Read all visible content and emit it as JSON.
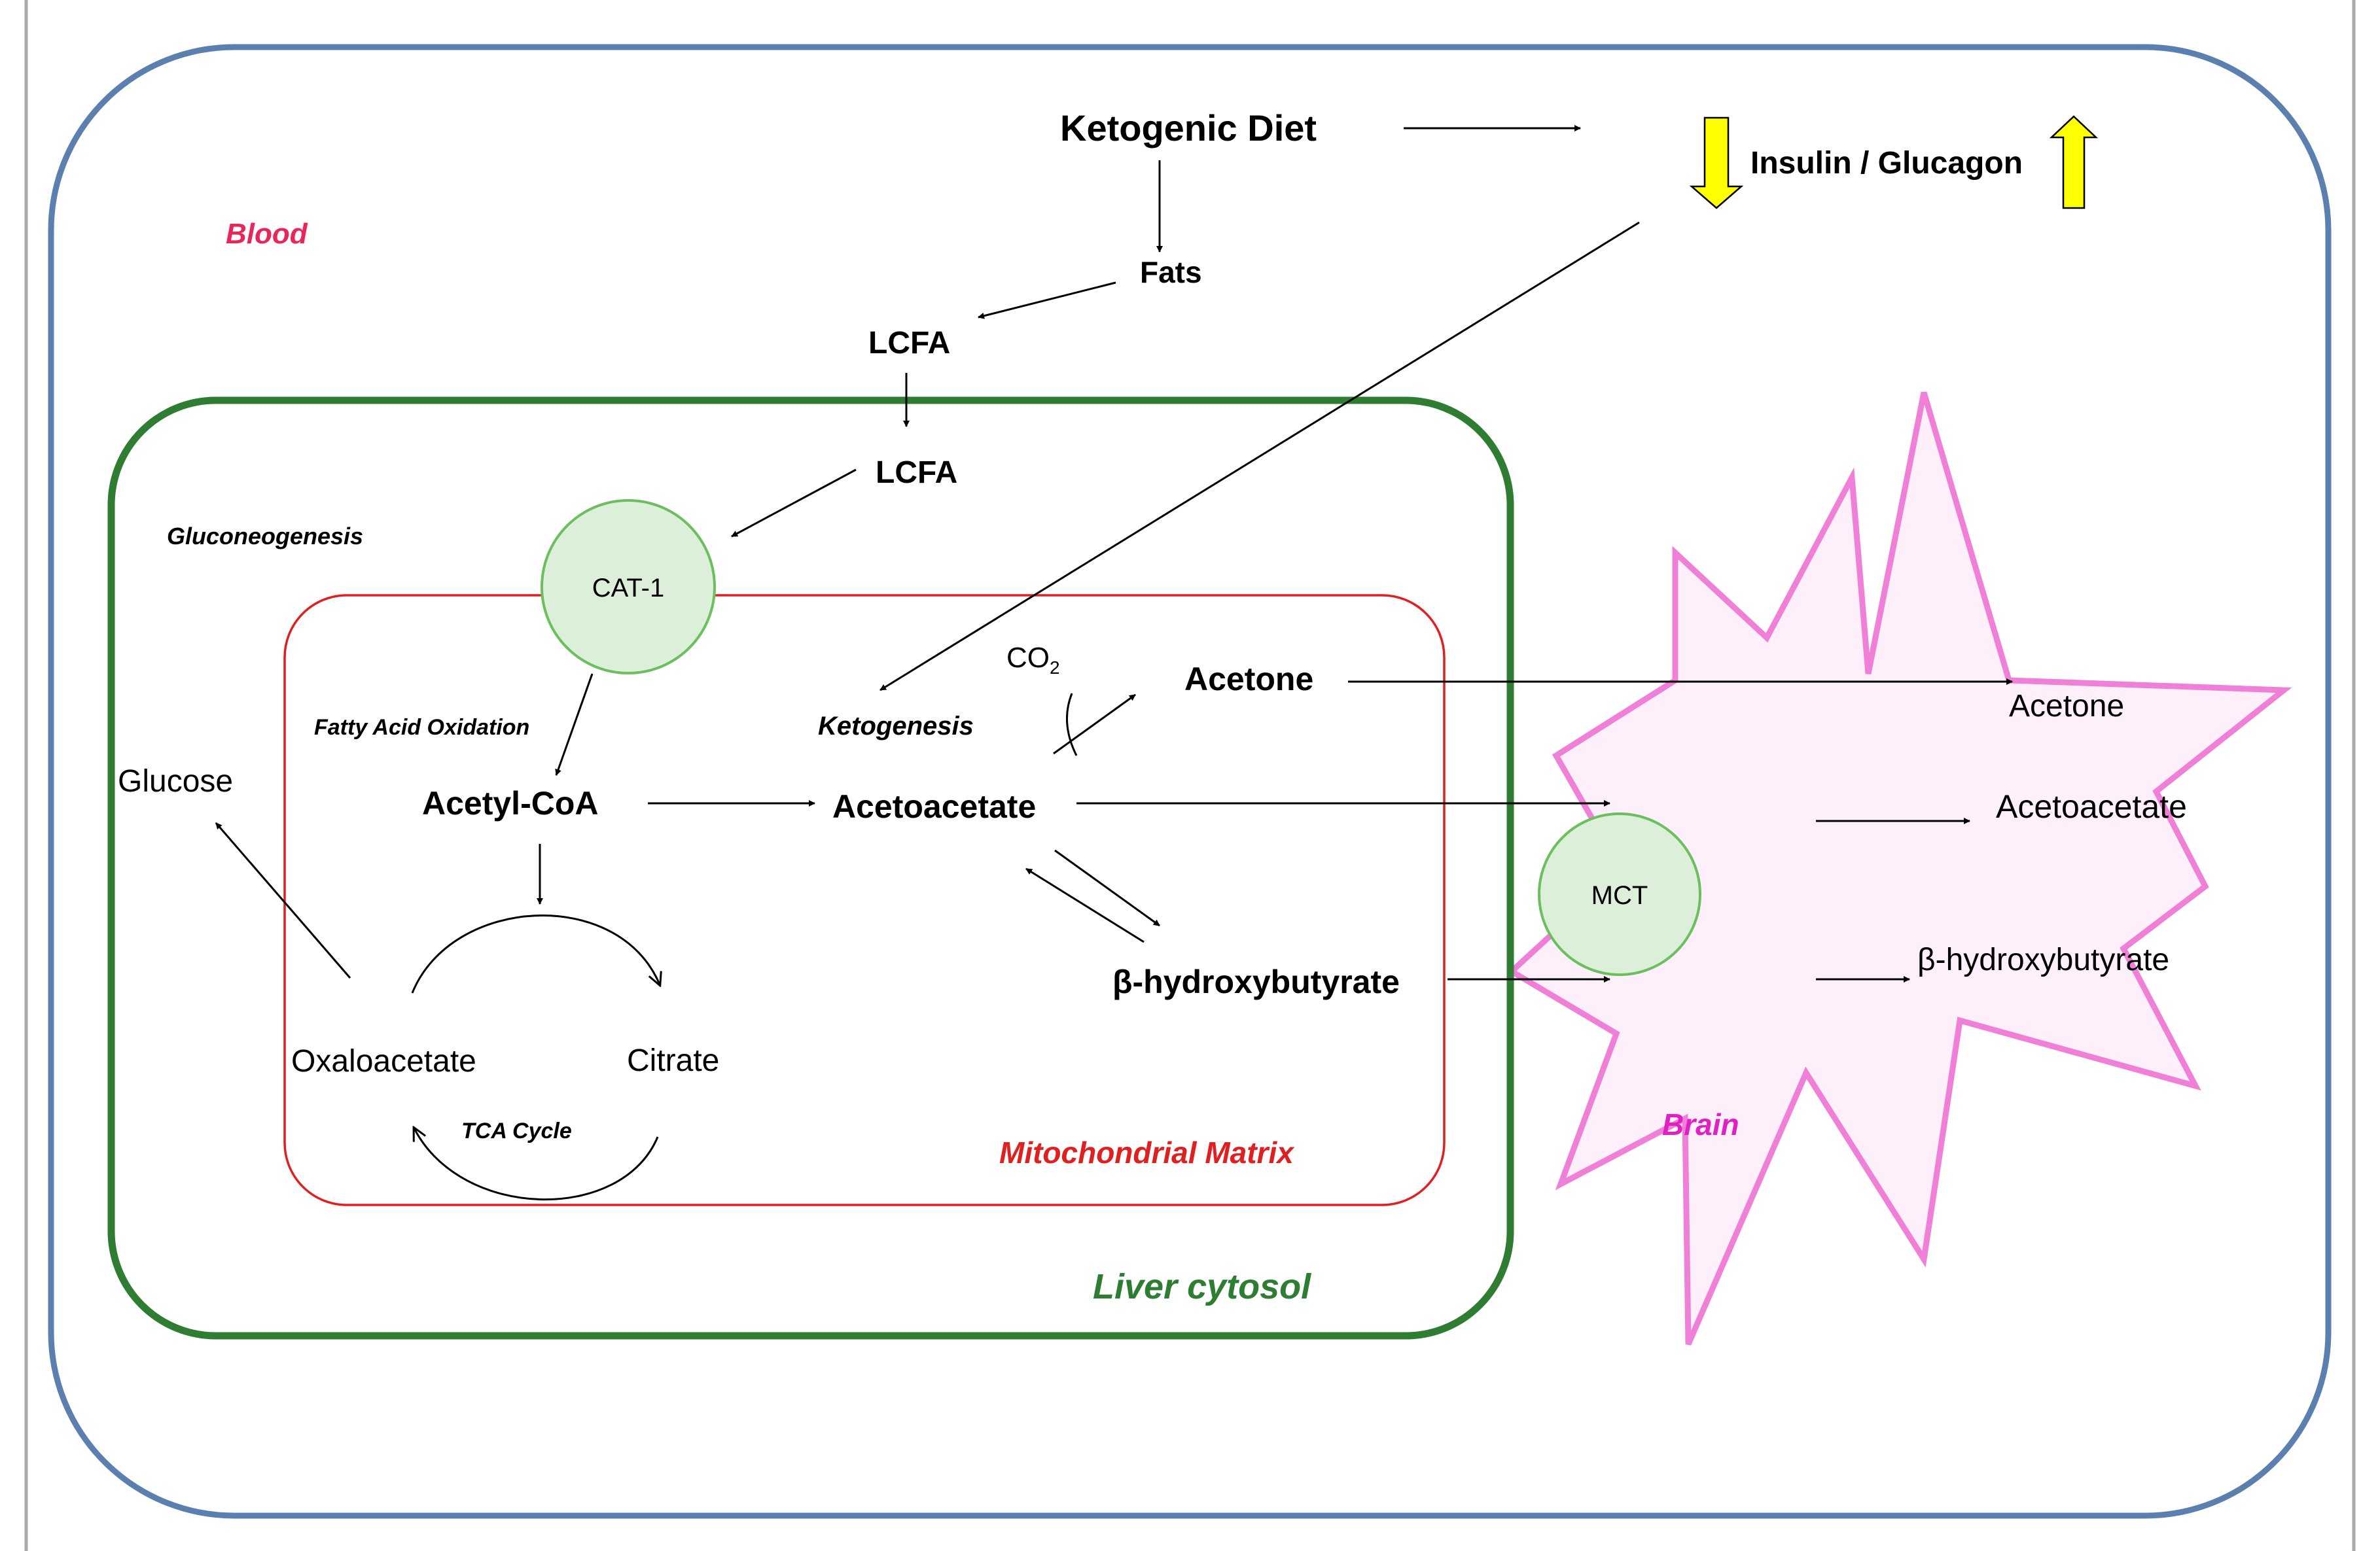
{
  "compartments": {
    "blood": "Blood",
    "liver": "Liver cytosol",
    "mito": "Mitochondrial Matrix",
    "brain": "Brain"
  },
  "blood": {
    "diet": "Ketogenic Diet",
    "hormones": "Insulin / Glucagon",
    "fats": "Fats",
    "lcfa": "LCFA"
  },
  "liver": {
    "lcfa": "LCFA",
    "gluconeogenesis": "Gluconeogenesis",
    "cat1": "CAT-1",
    "glucose": "Glucose"
  },
  "mito": {
    "fao": "Fatty Acid Oxidation",
    "acetyl": "Acetyl-CoA",
    "ketogenesis": "Ketogenesis",
    "acetoacetate": "Acetoacetate",
    "co2": "CO",
    "co2_sub": "2",
    "acetone": "Acetone",
    "bhb": "β-hydroxybutyrate",
    "oxaloacetate": "Oxaloacetate",
    "citrate": "Citrate",
    "tca": "TCA Cycle"
  },
  "brain": {
    "mct": "MCT",
    "acetone": "Acetone",
    "acetoacetate": "Acetoacetate",
    "bhb": "β-hydroxybutyrate"
  },
  "colors": {
    "blood_border": "#5b7fae",
    "blood_label": "#e8265a",
    "liver_border": "#2e7d32",
    "mito_border": "#e02020",
    "brain_border": "#f07fd8",
    "brain_fill": "#fdf0fa",
    "brain_label": "#e020c0",
    "transporter_fill": "#dcefd8",
    "transporter_border": "#6bbf5e",
    "hormone_arrow": "#ffff00"
  }
}
